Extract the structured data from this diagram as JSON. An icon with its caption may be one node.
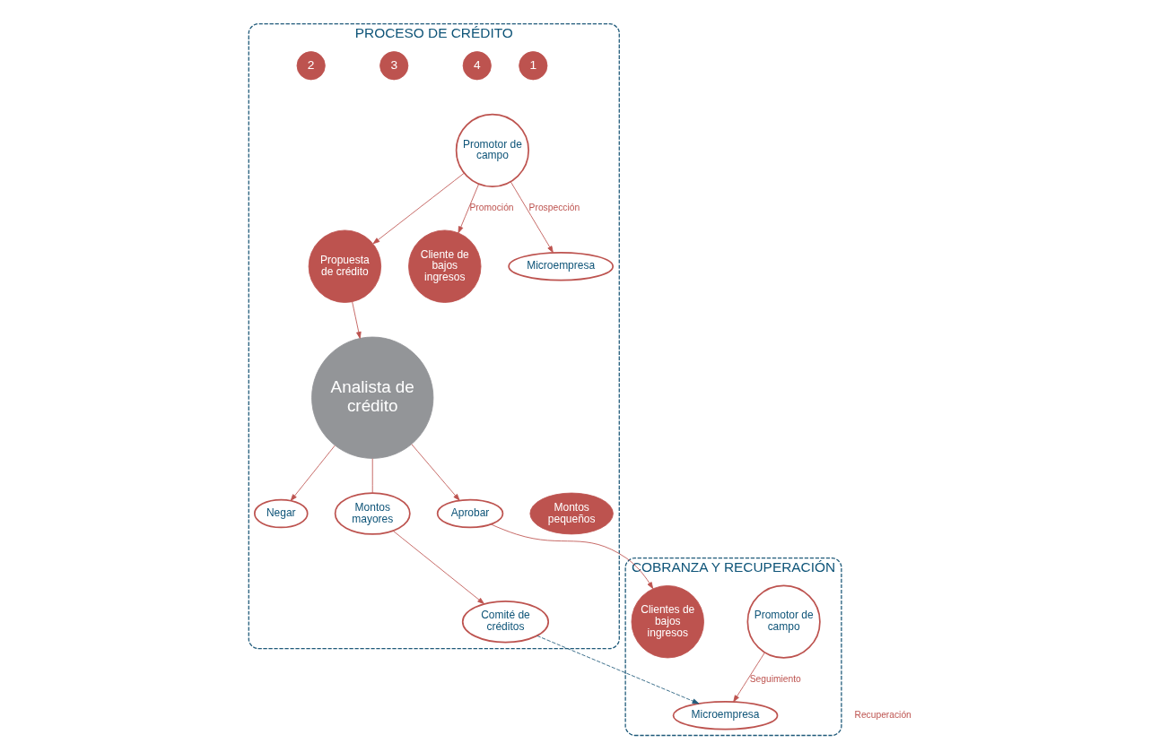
{
  "diagram": {
    "nodes": [
      {
        "text": [
          "PROCESO DE CRÉDITO"
        ]
      },
      {
        "text": [
          "1"
        ],
        "in": 0
      },
      {
        "text": [
          "2"
        ],
        "in": 0
      },
      {
        "text": [
          "3"
        ],
        "in": 0
      },
      {
        "text": [
          "4"
        ],
        "in": 0
      },
      {
        "text": [
          "Promotor de campo"
        ],
        "in": 0
      },
      {
        "text": [
          "Propuesta de crédito"
        ],
        "in": 0
      },
      {
        "text": [
          "Analista de crédito"
        ],
        "in": 0
      },
      {
        "text": [
          "Negar"
        ],
        "in": 0
      },
      {
        "text": [
          "Aprobar"
        ],
        "in": 0
      },
      {
        "text": [
          "Microempresa"
        ],
        "in": 0
      },
      {
        "text": [
          "Montos mayores"
        ],
        "in": 0
      },
      {
        "text": [
          "Montos pequeños"
        ],
        "in": 0
      },
      {
        "text": [
          "Cliente de bajos ingresos"
        ],
        "in": 0
      },
      {
        "text": [
          "Comité de créditos"
        ],
        "in": 0
      },
      {
        "text": [
          "COBRANZA Y RECUPERACIÓN"
        ]
      },
      {
        "text": [
          "Promotor de campo"
        ],
        "in": 15
      },
      {
        "text": [
          "Microempresa"
        ],
        "in": 15
      },
      {
        "text": [
          "Clientes de bajos ingresos"
        ],
        "in": 15
      }
    ],
    "edges": [
      {
        "from": 5,
        "to": 6,
        "arrow": "to"
      },
      {
        "from": 6,
        "to": 7,
        "arrow": "to"
      },
      {
        "from": 5,
        "to": 10,
        "arrow": "to",
        "label": "Prospección"
      },
      {
        "from": 5,
        "to": 13,
        "arrow": "to",
        "label": "Promoción"
      },
      {
        "from": 7,
        "to": 8,
        "arrow": "to"
      },
      {
        "from": 7,
        "to": 9,
        "arrow": "to"
      },
      {
        "from": 7,
        "to": 11,
        "arrow": "none"
      },
      {
        "from": 11,
        "to": 14,
        "arrow": "to"
      },
      {
        "from": 9,
        "to": 18,
        "arrow": "to"
      },
      {
        "from": 14,
        "to": 17,
        "arrow": "to",
        "style": "dashed",
        "color": "#1f5a7a"
      },
      {
        "from": 16,
        "to": 17,
        "arrow": "to",
        "label": "Seguimiento"
      }
    ],
    "labels": [
      "Recuperación"
    ]
  }
}
